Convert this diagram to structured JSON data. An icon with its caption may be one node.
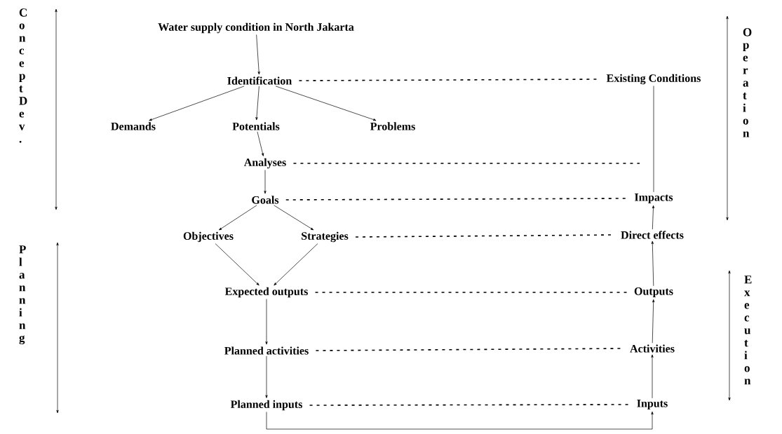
{
  "diagram": {
    "nodes": [
      {
        "text": [
          "Water supply condition in North Jakarta"
        ]
      },
      {
        "text": [
          "Identification"
        ]
      },
      {
        "text": [
          "Demands"
        ]
      },
      {
        "text": [
          "Potentials"
        ]
      },
      {
        "text": [
          "Problems"
        ]
      },
      {
        "text": [
          "Analyses"
        ]
      },
      {
        "text": [
          "Goals"
        ]
      },
      {
        "text": [
          "Objectives"
        ]
      },
      {
        "text": [
          "Strategies"
        ]
      },
      {
        "text": [
          "Expected outputs"
        ]
      },
      {
        "text": [
          "Planned activities"
        ]
      },
      {
        "text": [
          "Planned inputs"
        ]
      },
      {
        "text": [
          "Existing Conditions"
        ]
      },
      {
        "text": [
          "Impacts"
        ]
      },
      {
        "text": [
          "Direct effects"
        ]
      },
      {
        "text": [
          "Outputs"
        ]
      },
      {
        "text": [
          "Activities"
        ]
      },
      {
        "text": [
          "Inputs"
        ]
      }
    ],
    "edges": [
      {
        "from": 0,
        "to": 1,
        "arrow": "to"
      },
      {
        "from": 1,
        "to": 2,
        "arrow": "to"
      },
      {
        "from": 1,
        "to": 3,
        "arrow": "to"
      },
      {
        "from": 1,
        "to": 4,
        "arrow": "to"
      },
      {
        "from": 3,
        "to": 5,
        "arrow": "to"
      },
      {
        "from": 5,
        "to": 6,
        "arrow": "to"
      },
      {
        "from": 6,
        "to": 7,
        "arrow": "to"
      },
      {
        "from": 6,
        "to": 8,
        "arrow": "to"
      },
      {
        "from": 7,
        "to": 9,
        "arrow": "to"
      },
      {
        "from": 8,
        "to": 9,
        "arrow": "to"
      },
      {
        "from": 9,
        "to": 10,
        "arrow": "to"
      },
      {
        "from": 10,
        "to": 11,
        "arrow": "to"
      },
      {
        "from": 11,
        "to": 17,
        "arrow": "to"
      },
      {
        "from": 17,
        "to": 16,
        "arrow": "to"
      },
      {
        "from": 16,
        "to": 15,
        "arrow": "to"
      },
      {
        "from": 15,
        "to": 14,
        "arrow": "to"
      },
      {
        "from": 14,
        "to": 13,
        "arrow": "to"
      },
      {
        "from": 13,
        "to": 12,
        "arrow": "none"
      },
      {
        "from": 1,
        "to": 12,
        "arrow": "none",
        "style": "dashed"
      },
      {
        "from": 5,
        "to": null,
        "arrow": "none",
        "style": "dashed"
      },
      {
        "from": 6,
        "to": 13,
        "arrow": "none",
        "style": "dashed"
      },
      {
        "from": 8,
        "to": 14,
        "arrow": "none",
        "style": "dashed"
      },
      {
        "from": 9,
        "to": 15,
        "arrow": "none",
        "style": "dashed"
      },
      {
        "from": 10,
        "to": 16,
        "arrow": "none",
        "style": "dashed"
      },
      {
        "from": 11,
        "to": 17,
        "arrow": "none",
        "style": "dashed"
      }
    ],
    "labels": [
      "Concept Dev.",
      "Operation",
      "Planning",
      "Execution"
    ]
  }
}
